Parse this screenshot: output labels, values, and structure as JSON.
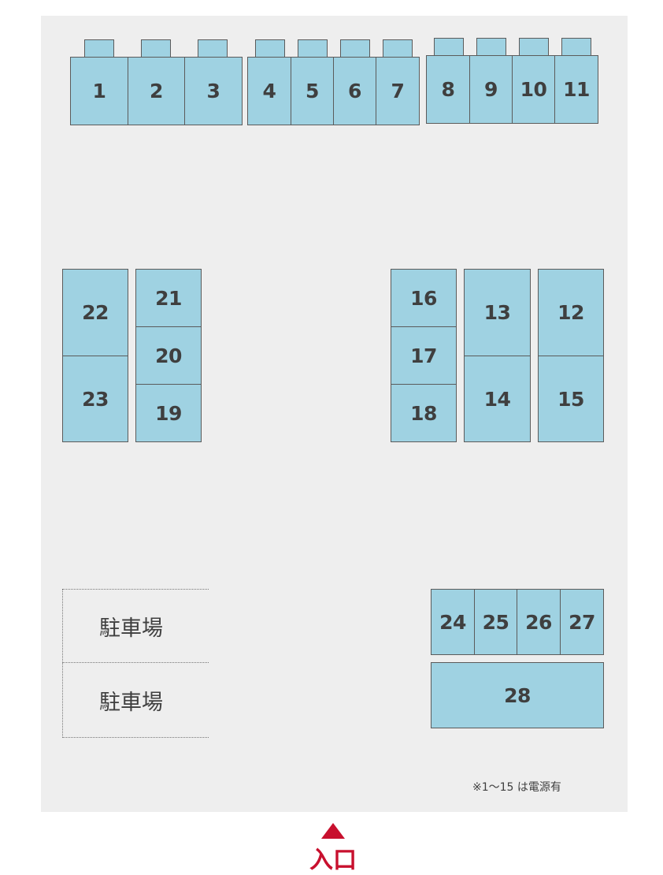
{
  "stalls": [
    {
      "label": "1",
      "group": "top"
    },
    {
      "label": "2",
      "group": "top"
    },
    {
      "label": "3",
      "group": "top"
    },
    {
      "label": "4",
      "group": "top"
    },
    {
      "label": "5",
      "group": "top"
    },
    {
      "label": "6",
      "group": "top"
    },
    {
      "label": "7",
      "group": "top"
    },
    {
      "label": "8",
      "group": "top"
    },
    {
      "label": "9",
      "group": "top"
    },
    {
      "label": "10",
      "group": "top"
    },
    {
      "label": "11",
      "group": "top"
    },
    {
      "label": "12",
      "group": "right-block"
    },
    {
      "label": "13",
      "group": "right-block"
    },
    {
      "label": "14",
      "group": "right-block"
    },
    {
      "label": "15",
      "group": "right-block"
    },
    {
      "label": "16",
      "group": "right-block"
    },
    {
      "label": "17",
      "group": "right-block"
    },
    {
      "label": "18",
      "group": "right-block"
    },
    {
      "label": "19",
      "group": "left-block"
    },
    {
      "label": "20",
      "group": "left-block"
    },
    {
      "label": "21",
      "group": "left-block"
    },
    {
      "label": "22",
      "group": "left-block"
    },
    {
      "label": "23",
      "group": "left-block"
    },
    {
      "label": "24",
      "group": "bottom-right"
    },
    {
      "label": "25",
      "group": "bottom-right"
    },
    {
      "label": "26",
      "group": "bottom-right"
    },
    {
      "label": "27",
      "group": "bottom-right"
    },
    {
      "label": "28",
      "group": "bottom-right"
    }
  ],
  "parking": [
    {
      "label": "駐車場"
    },
    {
      "label": "駐車場"
    }
  ],
  "note": "※1〜15 は電源有",
  "entrance": {
    "label": "入口"
  },
  "colors": {
    "stall": "#9fd2e2",
    "border": "#5b5b5b",
    "background": "#eeeeee",
    "entrance": "#c8102e"
  }
}
